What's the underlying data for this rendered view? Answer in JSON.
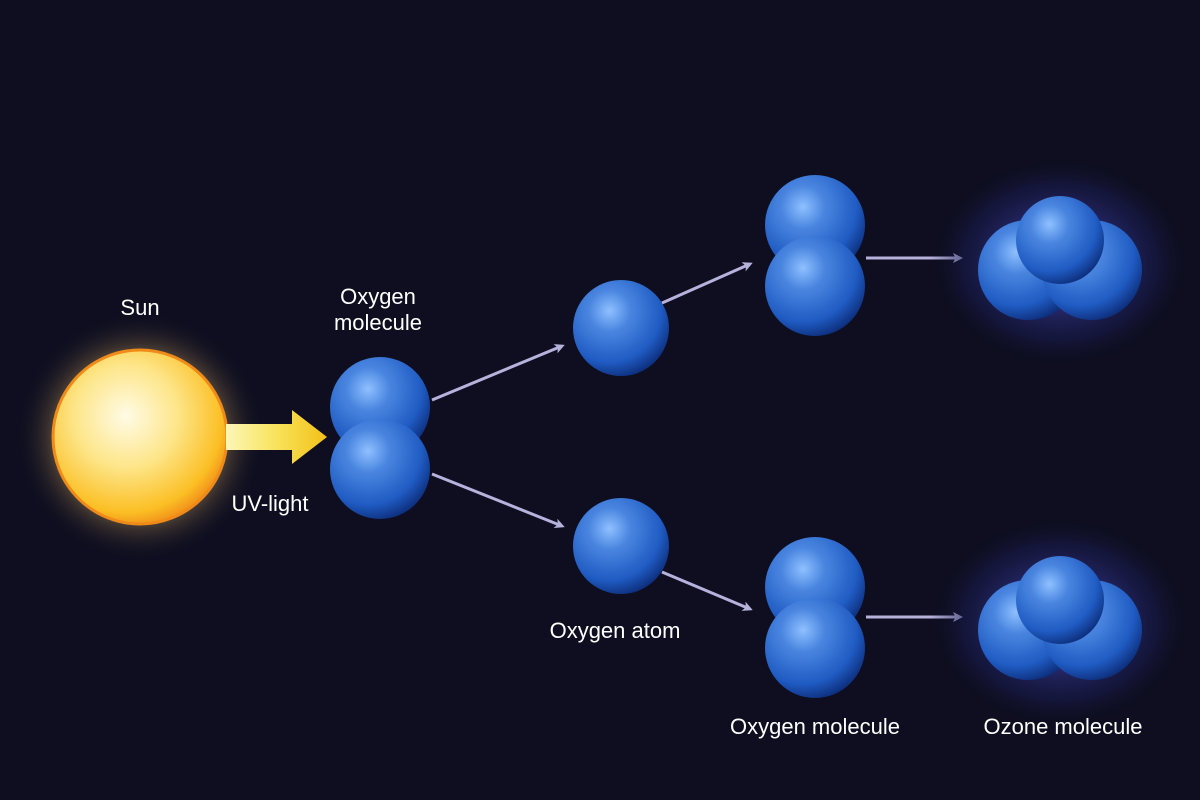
{
  "labels": {
    "sun": "Sun",
    "uv_light": "UV-light",
    "oxygen_molecule_top_line1": "Oxygen",
    "oxygen_molecule_top_line2": "molecule",
    "oxygen_atom": "Oxygen atom",
    "oxygen_molecule_bottom": "Oxygen molecule",
    "ozone_molecule": "Ozone molecule"
  },
  "colors": {
    "background": "#0e0e20",
    "sphere_light": "#5f9bea",
    "sphere_mid": "#1f5fc6",
    "sphere_dark": "#0c2f7a",
    "arrow": "#b5b2dc",
    "uv_arrow_light": "#fbf3a2",
    "uv_arrow_dark": "#f3c61b",
    "sun_core": "#fffbe0",
    "sun_mid": "#fcd64e",
    "sun_edge": "#f49c1c"
  }
}
